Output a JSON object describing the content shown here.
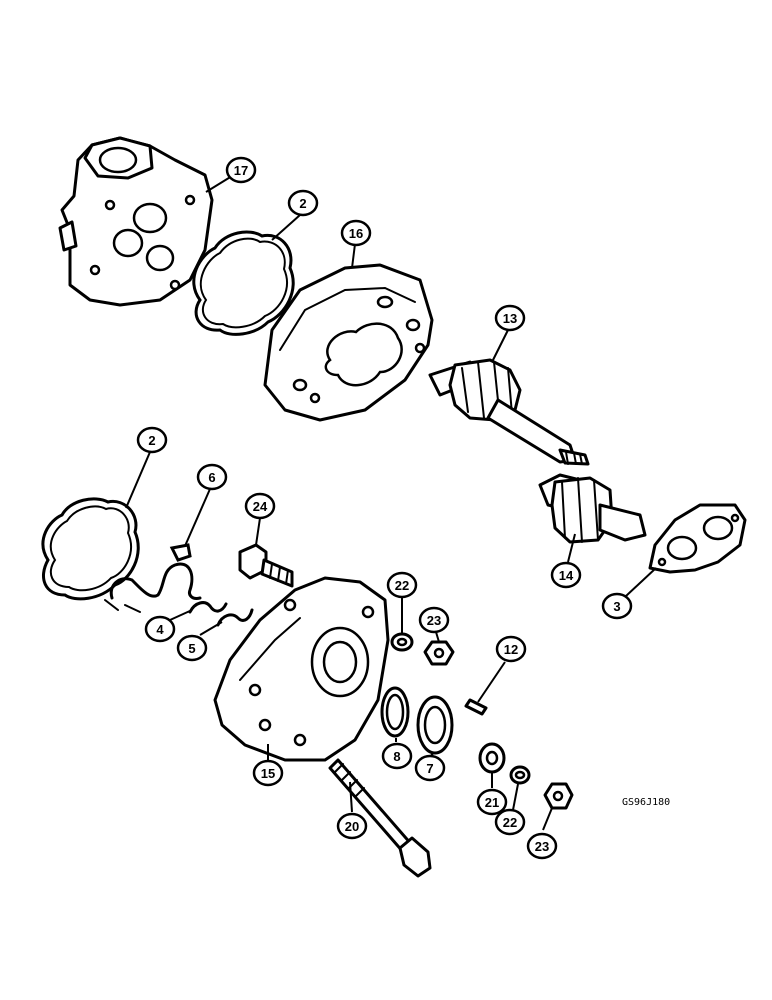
{
  "drawing_code": "GS96J180",
  "callouts": [
    {
      "id": "17",
      "label": "17"
    },
    {
      "id": "2a",
      "label": "2"
    },
    {
      "id": "16",
      "label": "16"
    },
    {
      "id": "13",
      "label": "13"
    },
    {
      "id": "2b",
      "label": "2"
    },
    {
      "id": "6",
      "label": "6"
    },
    {
      "id": "24",
      "label": "24"
    },
    {
      "id": "14",
      "label": "14"
    },
    {
      "id": "3",
      "label": "3"
    },
    {
      "id": "4",
      "label": "4"
    },
    {
      "id": "5",
      "label": "5"
    },
    {
      "id": "22a",
      "label": "22"
    },
    {
      "id": "23a",
      "label": "23"
    },
    {
      "id": "12",
      "label": "12"
    },
    {
      "id": "15",
      "label": "15"
    },
    {
      "id": "8",
      "label": "8"
    },
    {
      "id": "7",
      "label": "7"
    },
    {
      "id": "21",
      "label": "21"
    },
    {
      "id": "22b",
      "label": "22"
    },
    {
      "id": "23b",
      "label": "23"
    },
    {
      "id": "20",
      "label": "20"
    }
  ]
}
